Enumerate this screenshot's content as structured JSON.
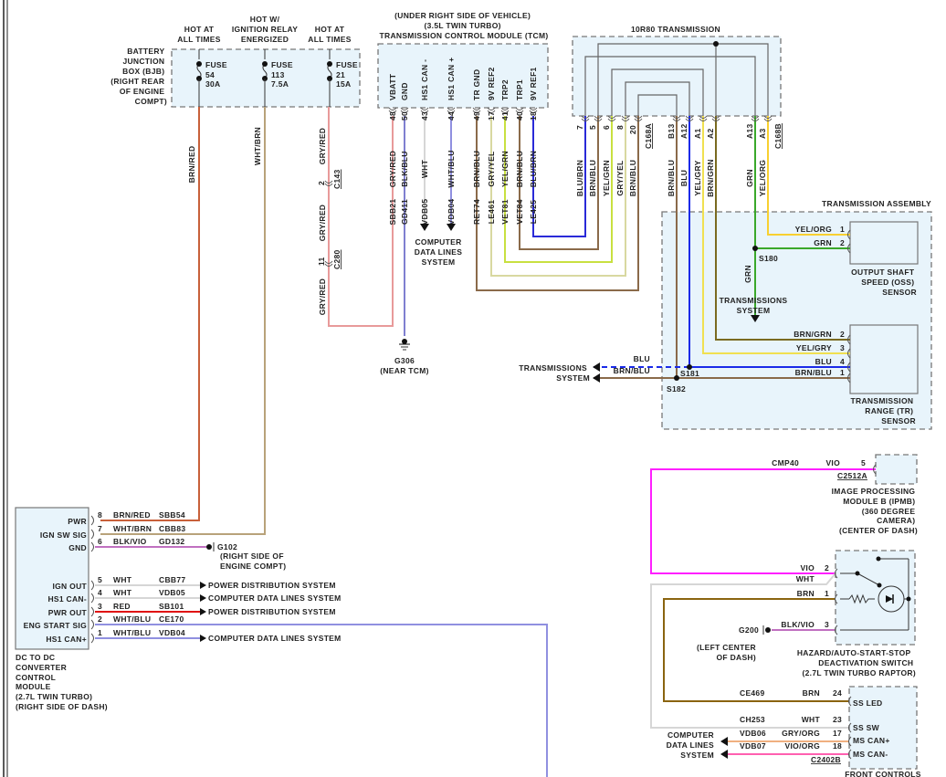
{
  "title": "Wiring diagram — TCM, 10R80 transmission, DC to DC converter, hazard/auto-start-stop switch",
  "bjb": {
    "label": [
      "BATTERY",
      "JUNCTION",
      "BOX (BJB)",
      "(RIGHT REAR",
      "OF ENGINE",
      "COMPT)"
    ],
    "fuses": [
      {
        "header": [
          "HOT AT",
          "ALL TIMES"
        ],
        "name": "FUSE",
        "number": "54",
        "rating": "30A",
        "wire_color": "BRN/RED",
        "hex": "#c8603a"
      },
      {
        "header": [
          "HOT W/",
          "IGNITION RELAY",
          "ENERGIZED"
        ],
        "name": "FUSE",
        "number": "113",
        "rating": "7.5A",
        "wire_color": "WHT/BRN",
        "hex": "#b8a27a"
      },
      {
        "header": [
          "HOT AT",
          "ALL TIMES"
        ],
        "name": "FUSE",
        "number": "21",
        "rating": "15A",
        "wire_color": "GRY/RED",
        "hex": "#e89a9a"
      }
    ]
  },
  "inline_connectors": [
    {
      "pin": "2",
      "id": "C143",
      "wire": "GRY/RED"
    },
    {
      "pin": "11",
      "id": "C280",
      "wire": "GRY/RED"
    }
  ],
  "tcm": {
    "title": [
      "(UNDER RIGHT SIDE OF VEHICLE)",
      "(3.5L TWIN TURBO)",
      "TRANSMISSION CONTROL MODULE (TCM)"
    ],
    "pins": [
      {
        "pin": "48",
        "name": "VBATT",
        "color": "GRY/RED",
        "circuit": "SBB21"
      },
      {
        "pin": "50",
        "name": "GND",
        "color": "BLK/BLU",
        "circuit": "GD411"
      },
      {
        "pin": "43",
        "name": "HS1 CAN -",
        "color": "WHT",
        "circuit": "VDB05"
      },
      {
        "pin": "44",
        "name": "HS1 CAN +",
        "color": "WHT/BLU",
        "circuit": "VDB04"
      },
      {
        "pin": "49",
        "name": "TR GND",
        "color": "BRN/BLU",
        "circuit": "RET74"
      },
      {
        "pin": "17",
        "name": "9V REF2",
        "color": "GRY/YEL",
        "circuit": "LE461"
      },
      {
        "pin": "41",
        "name": "TRP2",
        "color": "YEL/GRN",
        "circuit": "VET81"
      },
      {
        "pin": "40",
        "name": "TRP1",
        "color": "BRN/BLU",
        "circuit": "VET84"
      },
      {
        "pin": "18",
        "name": "9V REF1",
        "color": "BLU/BRN",
        "circuit": "LE425"
      }
    ],
    "data_lines_label": [
      "COMPUTER",
      "DATA LINES",
      "SYSTEM"
    ],
    "ground": {
      "id": "G306",
      "location": "(NEAR TCM)"
    }
  },
  "transmission": {
    "title": "10R80 TRANSMISSION",
    "connector_a": "C168A",
    "connector_b": "C168B",
    "pins_a": [
      {
        "pin": "7",
        "color": "BLU/BRN"
      },
      {
        "pin": "5",
        "color": "BRN/BLU"
      },
      {
        "pin": "6",
        "color": "YEL/GRN"
      },
      {
        "pin": "8",
        "color": "GRY/YEL"
      },
      {
        "pin": "20",
        "color": "BRN/BLU"
      }
    ],
    "pins_b": [
      {
        "pin": "B13",
        "color": "BRN/BLU"
      },
      {
        "pin": "A12",
        "color": "BLU"
      },
      {
        "pin": "A1",
        "color": "YEL/GRY"
      },
      {
        "pin": "A2",
        "color": "BRN/GRN"
      },
      {
        "pin": "A13",
        "color": "GRN"
      },
      {
        "pin": "A3",
        "color": "YEL/ORG"
      }
    ]
  },
  "assembly": {
    "title": "TRANSMISSION ASSEMBLY",
    "oss": {
      "label": [
        "OUTPUT SHAFT",
        "SPEED (OSS)",
        "SENSOR"
      ],
      "pins": [
        {
          "pin": "1",
          "color": "YEL/ORG"
        },
        {
          "pin": "2",
          "color": "GRN"
        }
      ],
      "splice": "S180",
      "branch_color": "GRN",
      "branch_label": [
        "TRANSMISSIONS",
        "SYSTEM"
      ]
    },
    "tr": {
      "label": [
        "TRANSMISSION",
        "RANGE (TR)",
        "SENSOR"
      ],
      "pins": [
        {
          "pin": "2",
          "color": "BRN/GRN"
        },
        {
          "pin": "3",
          "color": "YEL/GRY"
        },
        {
          "pin": "4",
          "color": "BLU"
        },
        {
          "pin": "1",
          "color": "BRN/BLU"
        }
      ],
      "splices": [
        "S181",
        "S182"
      ],
      "out_wires": [
        "BLU",
        "BRN/BLU"
      ],
      "out_label": [
        "TRANSMISSIONS",
        "SYSTEM"
      ]
    }
  },
  "dcdc": {
    "label": [
      "DC TO DC",
      "CONVERTER",
      "CONTROL",
      "MODULE",
      "(2.7L TWIN TURBO)",
      "(RIGHT SIDE OF DASH)"
    ],
    "pins": [
      {
        "name": "PWR",
        "pin": "8",
        "color": "BRN/RED",
        "circuit": "SBB54",
        "dest": ""
      },
      {
        "name": "IGN SW SIG",
        "pin": "7",
        "color": "WHT/BRN",
        "circuit": "CBB83",
        "dest": ""
      },
      {
        "name": "GND",
        "pin": "6",
        "color": "BLK/VIO",
        "circuit": "GD132",
        "dest": ""
      },
      {
        "name": "IGN OUT",
        "pin": "5",
        "color": "WHT",
        "circuit": "CBB77",
        "dest": "POWER DISTRIBUTION SYSTEM"
      },
      {
        "name": "HS1 CAN-",
        "pin": "4",
        "color": "WHT",
        "circuit": "VDB05",
        "dest": "COMPUTER DATA LINES SYSTEM"
      },
      {
        "name": "PWR OUT",
        "pin": "3",
        "color": "RED",
        "circuit": "SB101",
        "dest": "POWER DISTRIBUTION SYSTEM"
      },
      {
        "name": "ENG START SIG",
        "pin": "2",
        "color": "WHT/BLU",
        "circuit": "CE170",
        "dest": ""
      },
      {
        "name": "HS1 CAN+",
        "pin": "1",
        "color": "WHT/BLU",
        "circuit": "VDB04",
        "dest": "COMPUTER DATA LINES SYSTEM"
      }
    ],
    "ground": {
      "id": "G102",
      "location": [
        "(RIGHT SIDE OF",
        "ENGINE COMPT)"
      ]
    }
  },
  "ipmb": {
    "label": [
      "IMAGE PROCESSING",
      "MODULE B (IPMB)",
      "(360 DEGREE",
      "CAMERA)",
      "(CENTER OF DASH)"
    ],
    "circuit": "CMP40",
    "color": "VIO",
    "pin": "5",
    "connector": "C2512A"
  },
  "hazard_switch": {
    "label": [
      "HAZARD/AUTO-START-STOP",
      "DEACTIVATION SWITCH",
      "(2.7L TWIN TURBO RAPTOR)"
    ],
    "pins": [
      {
        "pin": "2",
        "color": "VIO"
      },
      {
        "pin": "",
        "color": "WHT"
      },
      {
        "pin": "1",
        "color": "BRN"
      },
      {
        "pin": "3",
        "color": "BLK/VIO"
      }
    ],
    "ground": {
      "id": "G200",
      "location": [
        "(LEFT CENTER",
        "OF DASH)"
      ]
    }
  },
  "front_controls": {
    "label": "FRONT CONTROLS",
    "connector": "C2402B",
    "pins": [
      {
        "circuit": "CE469",
        "color": "BRN",
        "pin": "24",
        "name": "SS LED"
      },
      {
        "circuit": "CH253",
        "color": "WHT",
        "pin": "23",
        "name": "SS SW"
      },
      {
        "circuit": "VDB06",
        "color": "GRY/ORG",
        "pin": "17",
        "name": "MS CAN+"
      },
      {
        "circuit": "VDB07",
        "color": "VIO/ORG",
        "pin": "18",
        "name": "MS CAN-"
      }
    ],
    "data_lines_label": [
      "COMPUTER",
      "DATA LINES",
      "SYSTEM"
    ]
  },
  "wire_hex": {
    "BRN/RED": "#c8603a",
    "WHT/BRN": "#b8a27a",
    "GRY/RED": "#e89a9a",
    "BLK/BLU": "#7f7fd0",
    "WHT": "#d6d6d6",
    "WHT/BLU": "#9090e0",
    "BRN/BLU": "#8a6a4a",
    "GRY/YEL": "#d8d8a0",
    "YEL/GRN": "#c8e040",
    "BLU/BRN": "#2a2ad8",
    "BLU": "#1a2ae8",
    "YEL/GRY": "#f0e050",
    "BRN/GRN": "#7a6a20",
    "GRN": "#3aa82a",
    "YEL/ORG": "#f8d030",
    "BLK/VIO": "#c070c0",
    "RED": "#e01010",
    "VIO": "#ff20ff",
    "BRN": "#8a6410",
    "GRY/ORG": "#f0b080",
    "VIO/ORG": "#ff60b0"
  }
}
